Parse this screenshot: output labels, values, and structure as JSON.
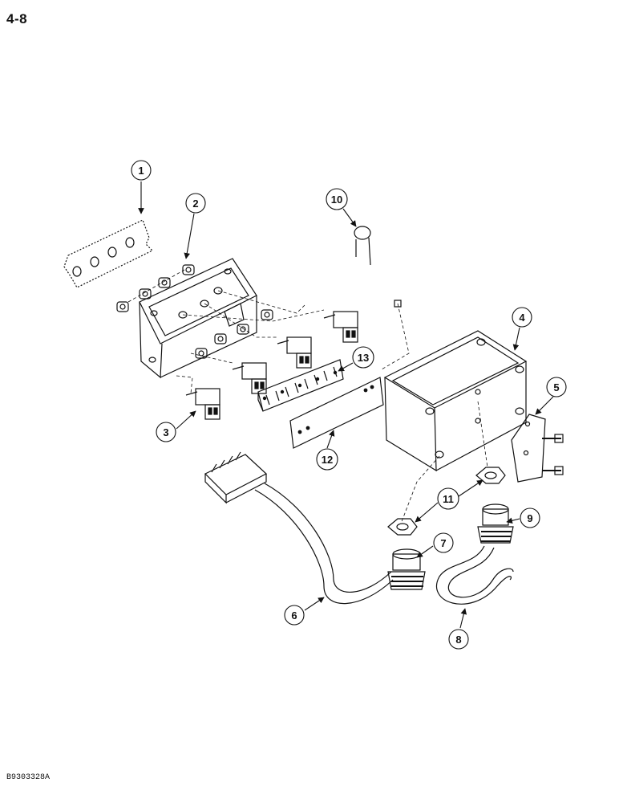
{
  "page": {
    "number": "4-8",
    "figure_code": "B9303328A"
  },
  "callouts": [
    {
      "id": "c1",
      "label": "1"
    },
    {
      "id": "c2",
      "label": "2"
    },
    {
      "id": "c3",
      "label": "3"
    },
    {
      "id": "c4",
      "label": "4"
    },
    {
      "id": "c5",
      "label": "5"
    },
    {
      "id": "c6",
      "label": "6"
    },
    {
      "id": "c7",
      "label": "7"
    },
    {
      "id": "c8",
      "label": "8"
    },
    {
      "id": "c9",
      "label": "9"
    },
    {
      "id": "c10",
      "label": "10"
    },
    {
      "id": "c11",
      "label": "11"
    },
    {
      "id": "c12",
      "label": "12"
    },
    {
      "id": "c13",
      "label": "13"
    }
  ]
}
